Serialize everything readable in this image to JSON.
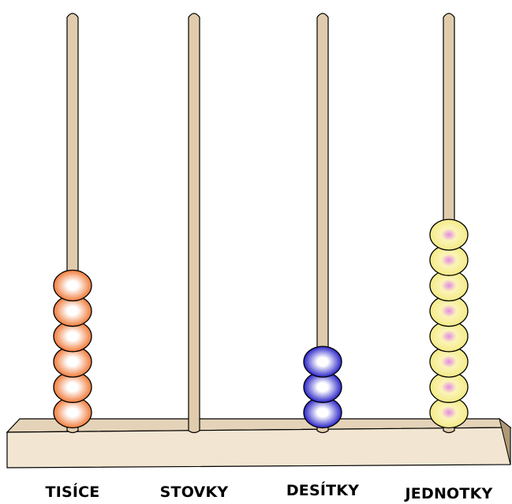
{
  "abacus": {
    "columns": [
      {
        "label": "TISÍCE",
        "beads": 6,
        "bead_color": "orange"
      },
      {
        "label": "STOVKY",
        "beads": 0,
        "bead_color": "none"
      },
      {
        "label": "DESÍTKY",
        "beads": 3,
        "bead_color": "blue"
      },
      {
        "label": "JEDNOTKY",
        "beads": 8,
        "bead_color": "yellow"
      }
    ]
  },
  "colors": {
    "rod": "#e0ccad",
    "base_front": "#f2e6d2",
    "base_top": "#e4d3b8",
    "base_side": "#b09875",
    "outline": "#000000",
    "orange_bead_edge": "#f07a38",
    "orange_bead_center": "#ffffff",
    "blue_bead_edge": "#2a24c9",
    "blue_bead_center": "#ffffff",
    "yellow_bead_edge": "#f4ea86",
    "yellow_bead_center": "#e58be6"
  }
}
